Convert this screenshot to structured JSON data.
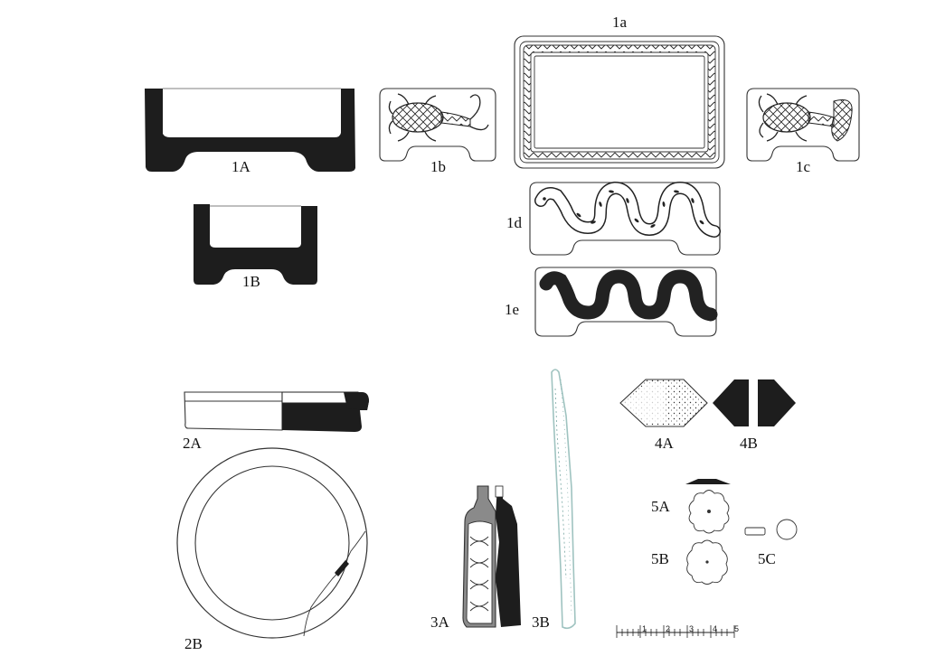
{
  "labels": {
    "l1A": "1A",
    "l1B": "1B",
    "l1a": "1a",
    "l1b": "1b",
    "l1c": "1c",
    "l1d": "1d",
    "l1e": "1e",
    "l2A": "2A",
    "l2B": "2B",
    "l3A": "3A",
    "l3B": "3B",
    "l4A": "4A",
    "l4B": "4B",
    "l5A": "5A",
    "l5B": "5B",
    "l5C": "5C"
  },
  "scale_bar": {
    "ticks": [
      "1",
      "2",
      "3",
      "4",
      "5"
    ]
  },
  "colors": {
    "ink": "#1d1d1d",
    "gray_section": "#8a8a8a",
    "verdigris": "#9fc3c0"
  }
}
